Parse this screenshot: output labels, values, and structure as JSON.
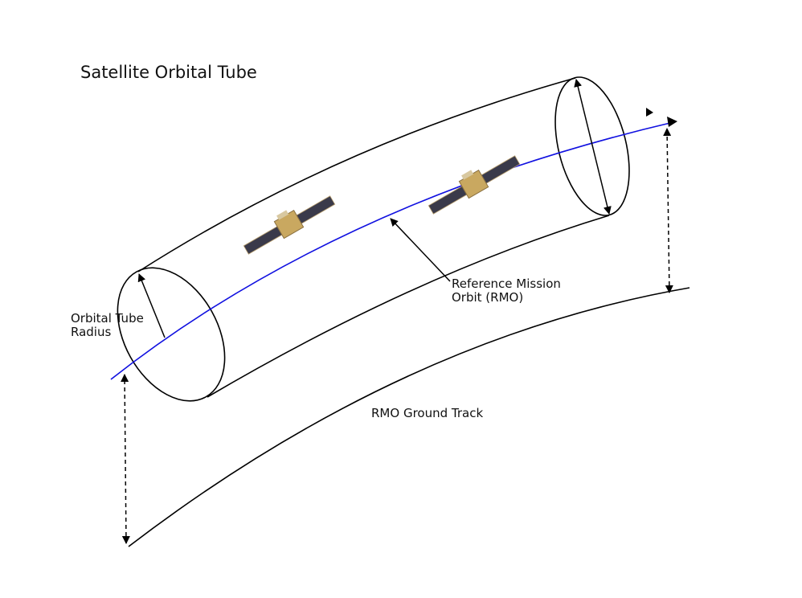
{
  "title": "Satellite Orbital Tube",
  "labels": {
    "radius_line1": "Orbital Tube",
    "radius_line2": "Radius",
    "rmo_line1": "Reference Mission",
    "rmo_line2": "Orbit (RMO)",
    "ground_track": "RMO Ground Track"
  },
  "colors": {
    "orbit": "#1010e0",
    "lines": "#000000",
    "satellite_body": "#c9a860",
    "solar_panel": "#3a3a4a"
  }
}
